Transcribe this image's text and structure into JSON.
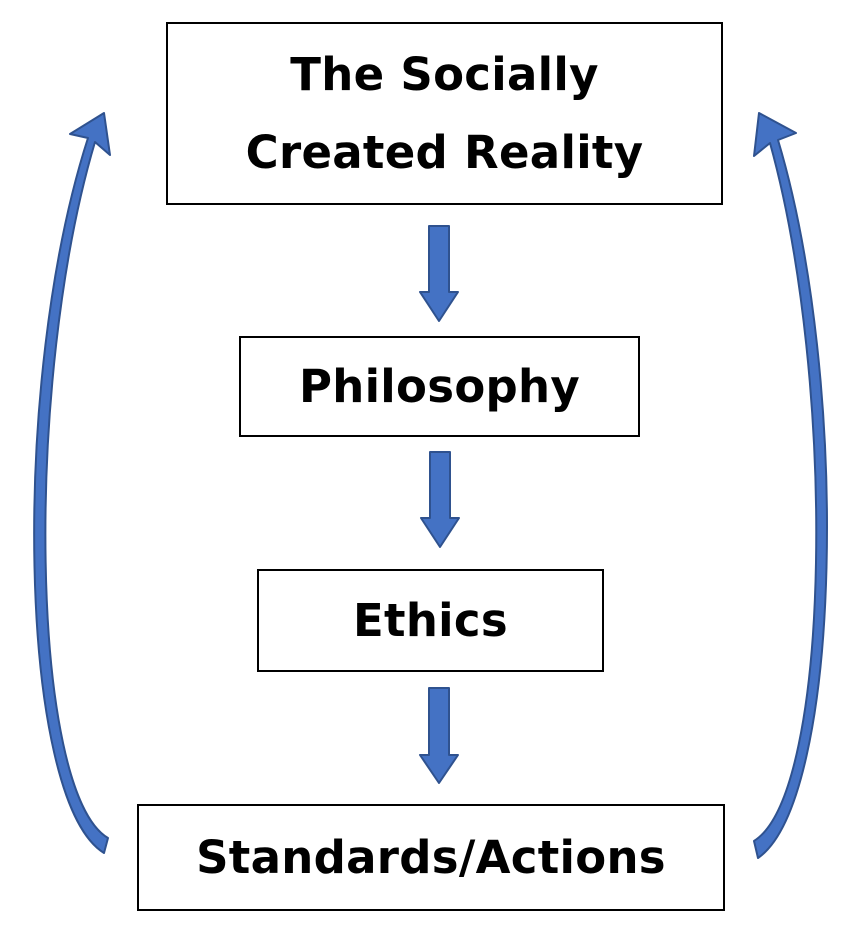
{
  "diagram": {
    "nodes": [
      {
        "id": "top",
        "lines": [
          "The Socially",
          "Created Reality"
        ]
      },
      {
        "id": "philosophy",
        "label": "Philosophy"
      },
      {
        "id": "ethics",
        "label": "Ethics"
      },
      {
        "id": "standards",
        "label": "Standards/Actions"
      }
    ],
    "edges": [
      {
        "from": "top",
        "to": "philosophy",
        "style": "block-arrow"
      },
      {
        "from": "philosophy",
        "to": "ethics",
        "style": "block-arrow"
      },
      {
        "from": "ethics",
        "to": "standards",
        "style": "block-arrow"
      },
      {
        "from": "standards",
        "to": "top",
        "style": "curved-arrow",
        "side": "left"
      },
      {
        "from": "standards",
        "to": "top",
        "style": "curved-arrow",
        "side": "right"
      }
    ],
    "colors": {
      "arrow_fill": "#4472c4",
      "arrow_stroke": "#2f528f",
      "box_border": "#000000",
      "text": "#000000"
    }
  }
}
